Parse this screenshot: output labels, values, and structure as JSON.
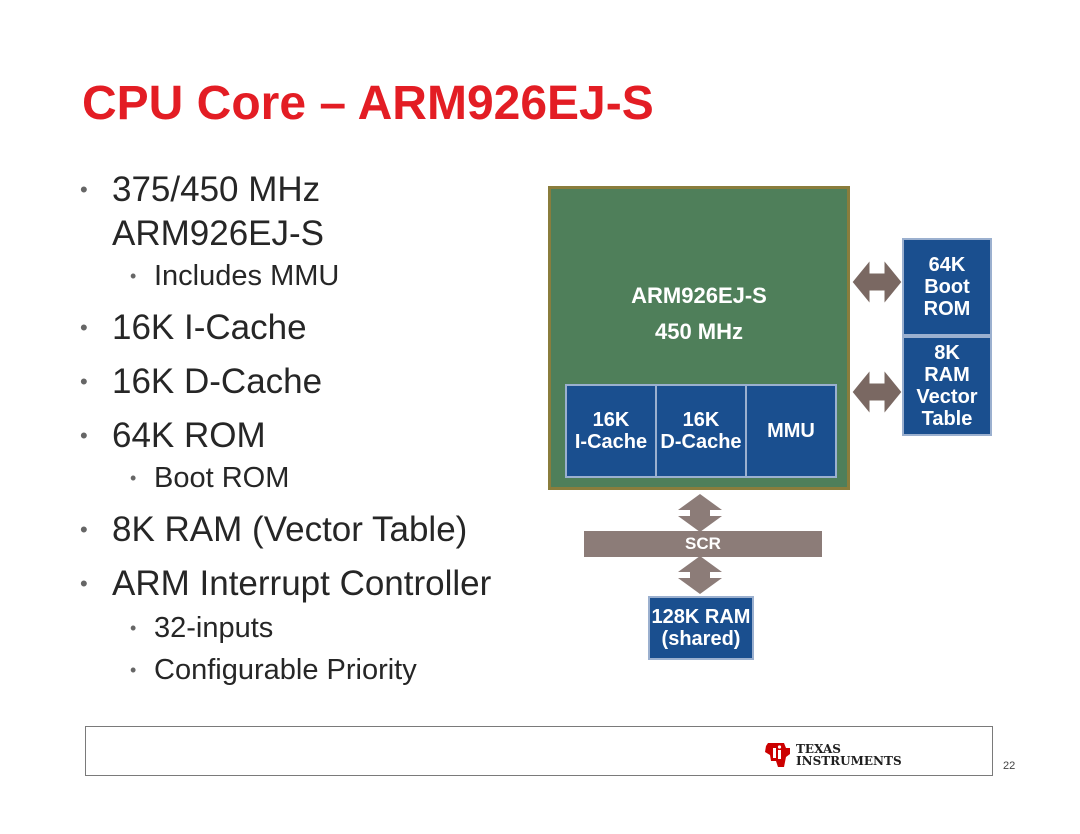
{
  "slide": {
    "title": "CPU Core – ARM926EJ-S",
    "page_number": "22"
  },
  "bullets": [
    {
      "level": 1,
      "text": "375/450 MHz ARM926EJ-S"
    },
    {
      "level": 2,
      "text": "Includes MMU"
    },
    {
      "level": 1,
      "text": "16K I-Cache"
    },
    {
      "level": 1,
      "text": "16K D-Cache"
    },
    {
      "level": 1,
      "text": "64K ROM"
    },
    {
      "level": 2,
      "text": "Boot ROM"
    },
    {
      "level": 1,
      "text": "8K RAM (Vector Table)"
    },
    {
      "level": 1,
      "text": "ARM Interrupt Controller"
    },
    {
      "level": 2,
      "text": "32-inputs"
    },
    {
      "level": 2,
      "text": "Configurable Priority"
    }
  ],
  "diagram": {
    "core_name": "ARM926EJ-S",
    "core_freq": "450 MHz",
    "icache": [
      "16K",
      "I-Cache"
    ],
    "dcache": [
      "16K",
      "D-Cache"
    ],
    "mmu": "MMU",
    "boot_rom": [
      "64K",
      "Boot",
      "ROM"
    ],
    "vector_ram": [
      "8K",
      "RAM",
      "Vector",
      "Table"
    ],
    "scr": "SCR",
    "shared_ram": [
      "128K RAM",
      "(shared)"
    ]
  },
  "branding": {
    "company_line1": "Texas",
    "company_line2": "Instruments"
  },
  "colors": {
    "title_red": "#e31d24",
    "core_green": "#4f7f5a",
    "block_blue": "#1a4f8f",
    "arrow_gray": "#8c7c78",
    "logo_red": "#cc0000"
  }
}
